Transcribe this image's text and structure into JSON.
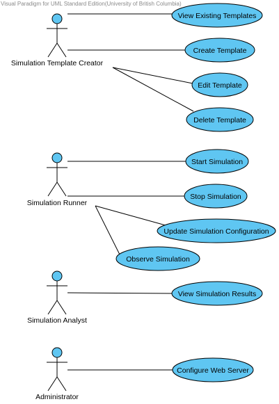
{
  "watermark": "Visual Paradigm for UML Standard Edition(University of British Columbia)",
  "colors": {
    "usecase_fill": "#5fc6f2",
    "stroke": "#000000"
  },
  "actors": [
    {
      "id": "creator",
      "name": "Simulation Template Creator"
    },
    {
      "id": "runner",
      "name": "Simulation Runner"
    },
    {
      "id": "analyst",
      "name": "Simulation Analyst"
    },
    {
      "id": "admin",
      "name": "Administrator"
    }
  ],
  "use_cases": [
    {
      "id": "view-existing",
      "label": "View Existing Templates"
    },
    {
      "id": "create",
      "label": "Create Template"
    },
    {
      "id": "edit",
      "label": "Edit Template"
    },
    {
      "id": "delete",
      "label": "Delete Template"
    },
    {
      "id": "start",
      "label": "Start Simulation"
    },
    {
      "id": "stop",
      "label": "Stop Simulation"
    },
    {
      "id": "update-config",
      "label": "Update Simulation Configuration"
    },
    {
      "id": "observe",
      "label": "Observe Simulation"
    },
    {
      "id": "view-results",
      "label": "View Simulation Results"
    },
    {
      "id": "configure-server",
      "label": "Configure Web Server"
    }
  ],
  "associations": [
    {
      "actor": "creator",
      "use_case": "view-existing"
    },
    {
      "actor": "creator",
      "use_case": "create"
    },
    {
      "actor": "creator",
      "use_case": "edit"
    },
    {
      "actor": "creator",
      "use_case": "delete"
    },
    {
      "actor": "runner",
      "use_case": "start"
    },
    {
      "actor": "runner",
      "use_case": "stop"
    },
    {
      "actor": "runner",
      "use_case": "update-config"
    },
    {
      "actor": "runner",
      "use_case": "observe"
    },
    {
      "actor": "analyst",
      "use_case": "view-results"
    },
    {
      "actor": "admin",
      "use_case": "configure-server"
    }
  ]
}
